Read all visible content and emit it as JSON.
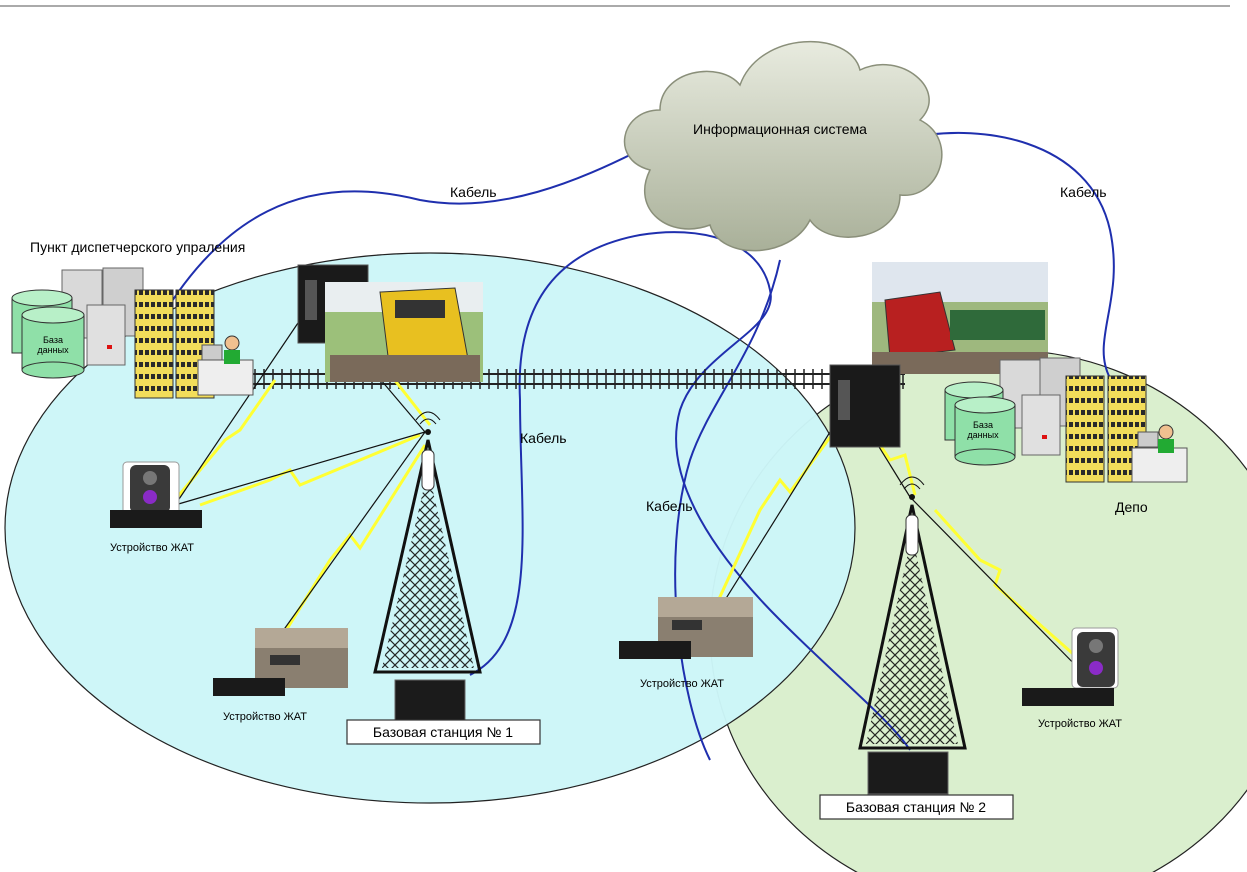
{
  "diagram": {
    "info_system": "Информационная система",
    "cable_labels": [
      "Кабель",
      "Кабель",
      "Кабель",
      "Кабель"
    ],
    "dispatch_center": "Пункт диспетчерского упраления",
    "depot": "Депо",
    "database_label": "База данных",
    "zat_device": "Устройство ЖАТ",
    "base_station_1": "Базовая станция № 1",
    "base_station_2": "Базовая станция № 2"
  },
  "colors": {
    "coverage_left": "#ccf6f8",
    "coverage_right": "#daefce",
    "cable": "#1f2fae",
    "radio_link": "#ffff33",
    "cloud": "#c9cfb9",
    "building": "#f2dd5a",
    "database": "#8fe0a8"
  }
}
